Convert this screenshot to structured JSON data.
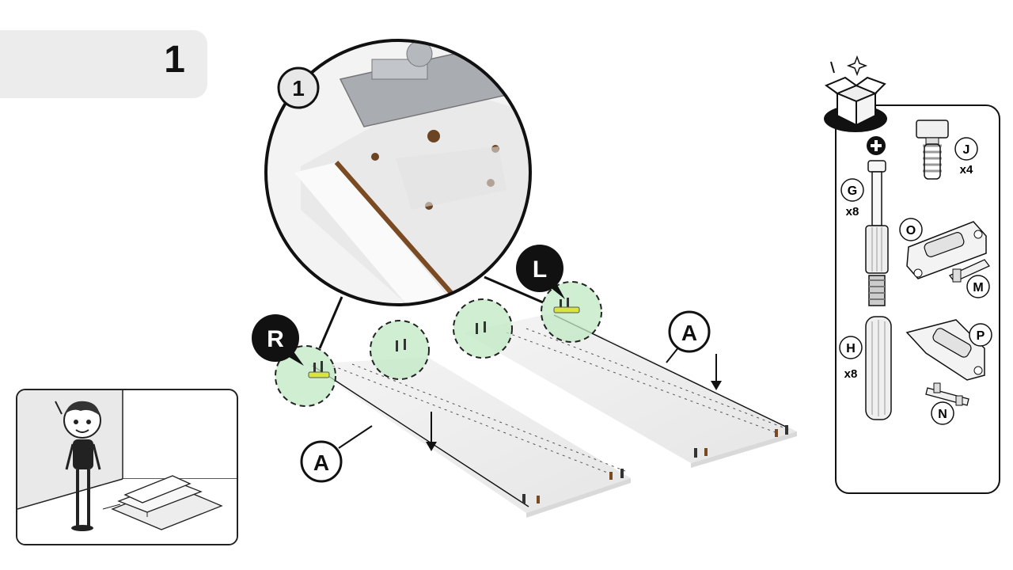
{
  "step": {
    "number": "1"
  },
  "zoom": {
    "callout": "1"
  },
  "labels": {
    "left_board": "A",
    "right_board": "A",
    "right_marker": "R",
    "left_marker": "L"
  },
  "parts": {
    "screwdriver_icon": "plus-screwdriver-icon",
    "items": [
      {
        "letter": "J",
        "qty": "x4"
      },
      {
        "letter": "G",
        "qty": "x8"
      },
      {
        "letter": "O",
        "qty": ""
      },
      {
        "letter": "M",
        "qty": ""
      },
      {
        "letter": "H",
        "qty": "x8"
      },
      {
        "letter": "P",
        "qty": ""
      },
      {
        "letter": "N",
        "qty": ""
      }
    ]
  },
  "colors": {
    "highlight": "#bfe8c3",
    "outline": "#111111",
    "board": "#ececec",
    "edge": "#7a4a22"
  }
}
